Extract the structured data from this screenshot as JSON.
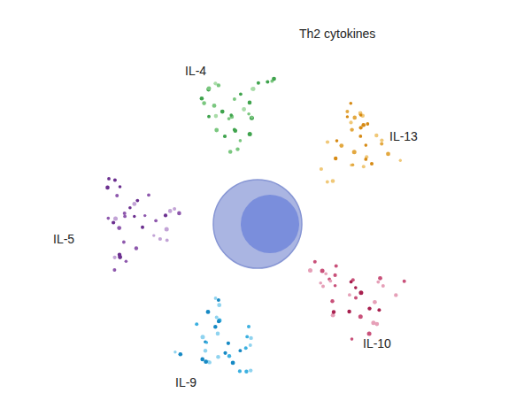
{
  "diagram": {
    "title": "Th2 cytokines",
    "labels": [
      "IL-4",
      "IL-13",
      "IL-5",
      "IL-10",
      "IL-9"
    ]
  }
}
